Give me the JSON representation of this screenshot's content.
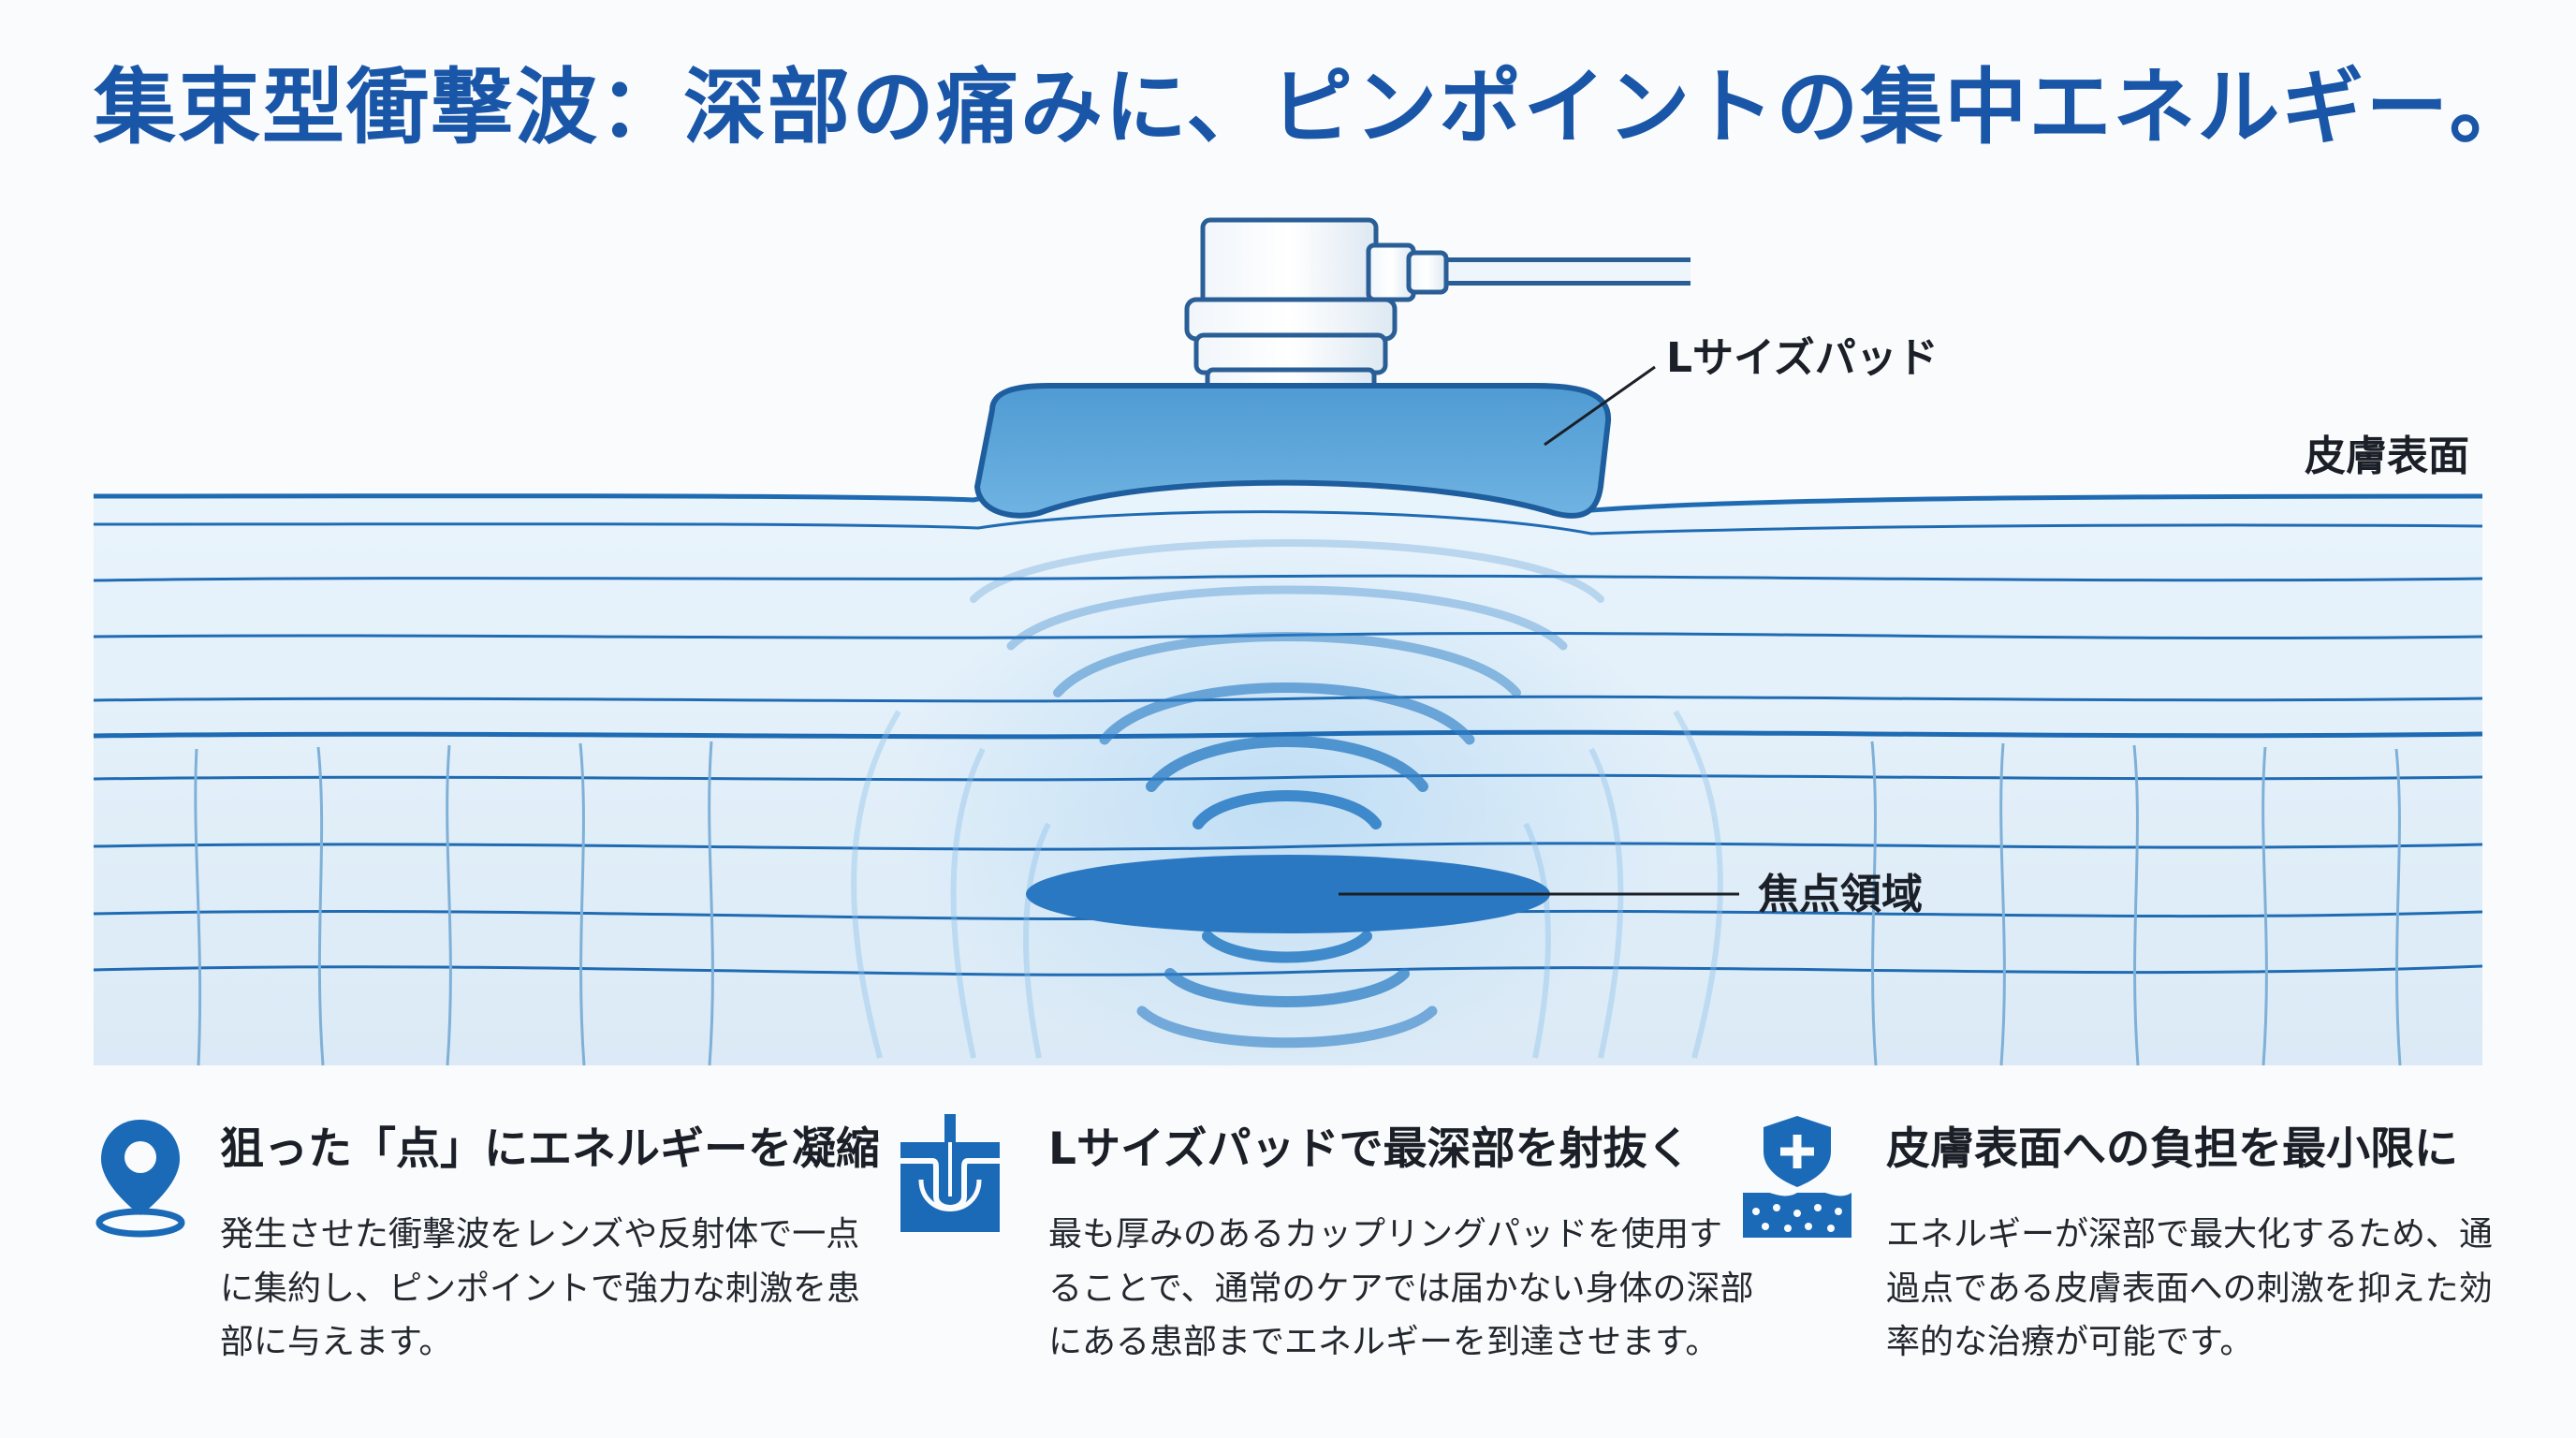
{
  "title": "集束型衝撃波：深部の痛みに、ピンポイントの集中エネルギー。",
  "labels": {
    "pad": "Lサイズパッド",
    "skin_surface": "皮膚表面",
    "focal_zone": "焦点領域"
  },
  "colors": {
    "title": "#1a56a8",
    "accent": "#1a6ab8",
    "pad_fill": "#5da7d9",
    "tissue_light": "#e6f2fb"
  },
  "features": [
    {
      "icon": "location-pin-icon",
      "heading": "狙った「点」にエネルギーを凝縮",
      "lines": [
        "発生させた衝撃波をレンズや反射体で一点",
        "に集約し、ピンポイントで強力な刺激を患",
        "部に与えます。"
      ]
    },
    {
      "icon": "deep-penetration-icon",
      "heading": "Lサイズパッドで最深部を射抜く",
      "lines": [
        "最も厚みのあるカップリングパッドを使用す",
        "ることで、通常のケアでは届かない身体の深部",
        "にある患部までエネルギーを到達させます。"
      ]
    },
    {
      "icon": "skin-protection-shield-icon",
      "heading": "皮膚表面への負担を最小限に",
      "lines": [
        "エネルギーが深部で最大化するため、通",
        "過点である皮膚表面への刺激を抑えた効",
        "率的な治療が可能です。"
      ]
    }
  ]
}
